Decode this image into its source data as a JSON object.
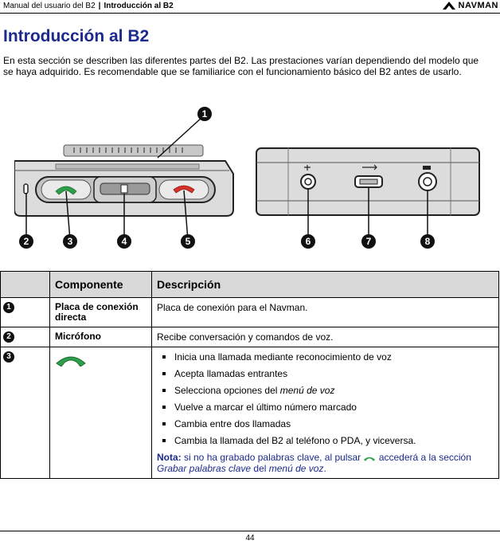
{
  "header": {
    "doc_title": "Manual del usuario del B2",
    "separator": "|",
    "section": "Introducción al B2",
    "logo_text": "NAVMAN"
  },
  "page_title": "Introducción al B2",
  "intro": "En esta sección se describen las diferentes partes del B2. Las prestaciones varían dependiendo del modelo que se haya adquirido. Es recomendable que se familiarice con el funcionamiento básico del B2 antes de usarlo.",
  "figure": {
    "callouts": [
      "1",
      "2",
      "3",
      "4",
      "5",
      "6",
      "7",
      "8"
    ]
  },
  "table": {
    "headers": [
      "",
      "Componente",
      "Descripción"
    ],
    "rows": [
      {
        "num": "1",
        "component": "Placa de conexión directa",
        "description": "Placa de conexión para el Navman."
      },
      {
        "num": "2",
        "component": "Micrófono",
        "description": "Recibe conversación y comandos de voz."
      },
      {
        "num": "3",
        "component_icon": "green-phone-icon",
        "bullets": [
          "Inicia una llamada mediante reconocimiento de voz",
          "Acepta llamadas entrantes",
          "Selecciona opciones del",
          "Vuelve a marcar el último número marcado",
          "Cambia entre dos llamadas",
          "Cambia la llamada del B2 al teléfono o PDA, y viceversa."
        ],
        "bullet_italic": "menú de voz",
        "note": {
          "label": "Nota:",
          "part1": " si no ha grabado palabras clave, al pulsar ",
          "part2": " accederá a la sección ",
          "link_italic": "Grabar palabras clave",
          "part3": " del ",
          "link_italic2": "menú de voz",
          "end": "."
        }
      }
    ]
  },
  "footer": {
    "page_number": "44"
  },
  "colors": {
    "heading_blue": "#1b2a8c",
    "green_button": "#2f9e4a",
    "red_button": "#d6322b",
    "table_header": "#d9d9d9"
  }
}
